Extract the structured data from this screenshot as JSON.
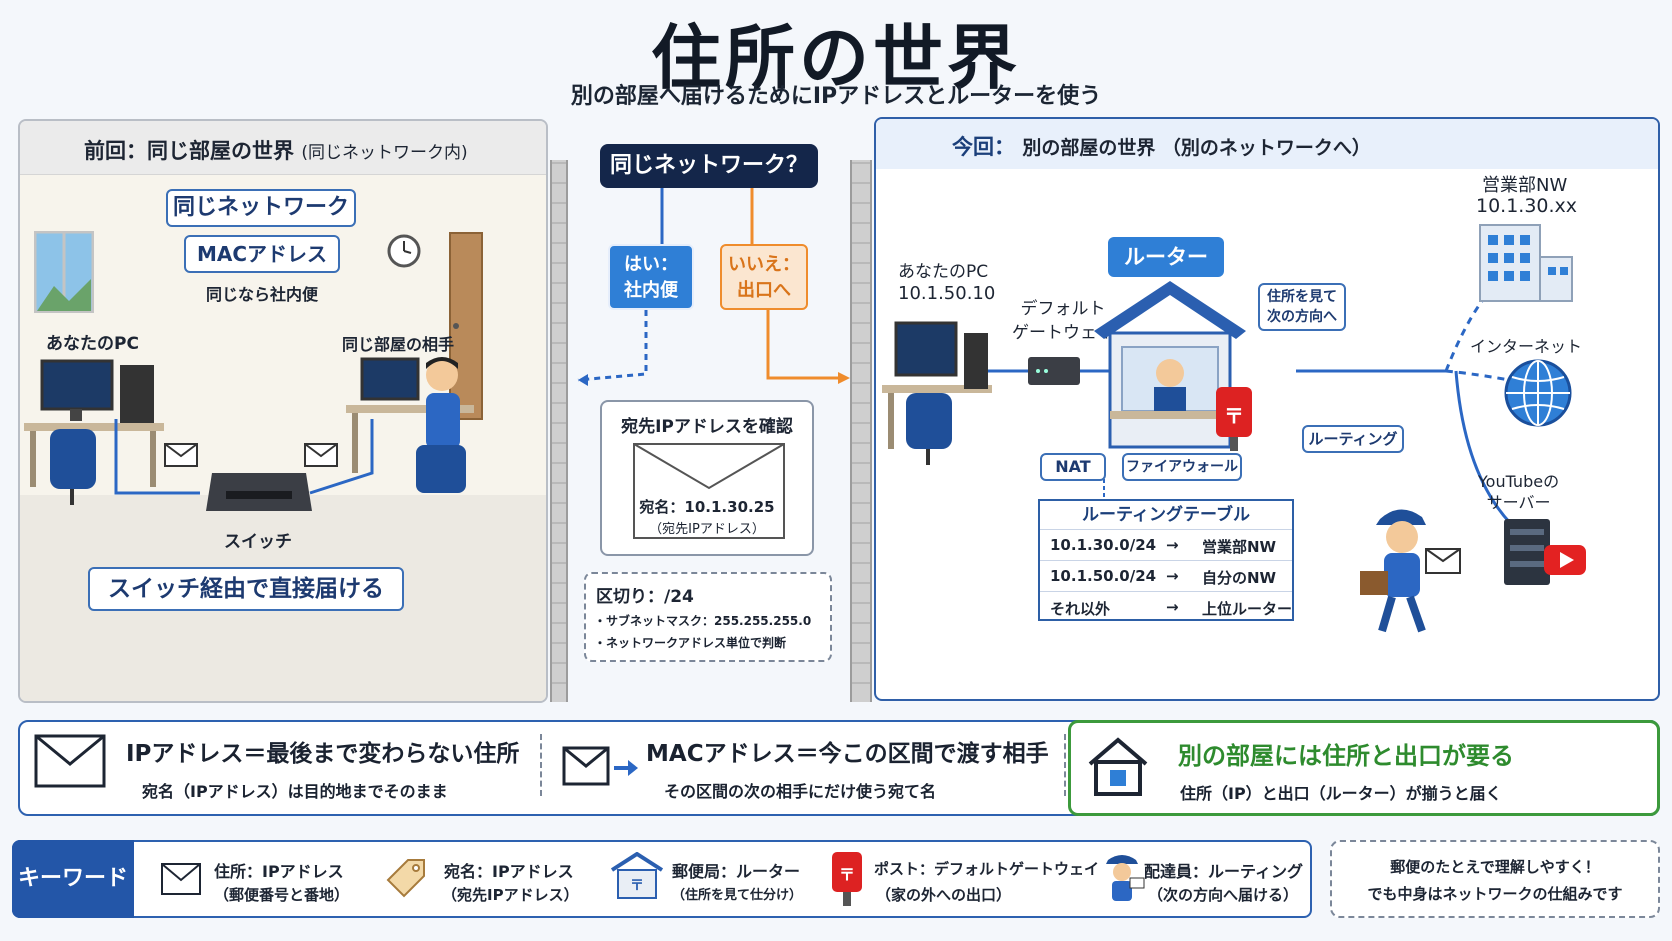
{
  "header": {
    "title": "住所の世界",
    "subtitle": "別の部屋へ届けるためにIPアドレスとルーターを使う"
  },
  "left": {
    "title_main": "前回：同じ部屋の世界",
    "title_sub": "(同じネットワーク内)",
    "same_network": "同じネットワーク",
    "mac_address": "MACアドレス",
    "mac_note": "同じなら社内便",
    "your_pc": "あなたのPC",
    "peer": "同じ部屋の相手",
    "switch": "スイッチ",
    "bottom": "スイッチ経由で直接届ける"
  },
  "center": {
    "question": "同じネットワーク？",
    "yes": "はい：\n社内便",
    "no": "いいえ：\n出口へ",
    "check_title": "宛先IPアドレスを確認",
    "envelope_line1": "宛名：10.1.30.25",
    "envelope_line2": "（宛先IPアドレス）",
    "subnet_title": "区切り：/24",
    "subnet_line1": "・サブネットマスク：255.255.255.0",
    "subnet_line2": "・ネットワークアドレス単位で判断"
  },
  "right": {
    "title_main": "今回：",
    "title_sub": "別の部屋の世界 （別のネットワークへ）",
    "pc_label": "あなたのPC",
    "pc_ip": "10.1.50.10",
    "gateway": "デフォルト\nゲートウェイ",
    "router": "ルーター",
    "nat": "NAT",
    "firewall": "ファイアウォール",
    "see_address": "住所を見て\n次の方向へ",
    "routing": "ルーティング",
    "sales_nw": "営業部NW",
    "sales_ip": "10.1.30.xx",
    "internet": "インターネット",
    "youtube": "YouTubeの\nサーバー",
    "table_title": "ルーティングテーブル",
    "table_rows": [
      {
        "dest": "10.1.30.0/24",
        "arrow": "→",
        "to": "営業部NW"
      },
      {
        "dest": "10.1.50.0/24",
        "arrow": "→",
        "to": "自分のNW"
      },
      {
        "dest": "それ以外",
        "arrow": "→",
        "to": "上位ルーター"
      }
    ]
  },
  "summary": {
    "ip_title": "IPアドレス＝最後まで変わらない住所",
    "ip_sub": "宛名（IPアドレス）は目的地までそのまま",
    "mac_title": "MACアドレス＝今この区間で渡す相手",
    "mac_sub": "その区間の次の相手にだけ使う宛て名",
    "green_title": "別の部屋には住所と出口が要る",
    "green_sub": "住所（IP）と出口（ルーター）が揃うと届く"
  },
  "keywords": {
    "tab": "キーワード",
    "items": [
      {
        "title": "住所：IPアドレス",
        "sub": "（郵便番号と番地）"
      },
      {
        "title": "宛名：IPアドレス",
        "sub": "（宛先IPアドレス）"
      },
      {
        "title": "郵便局：ルーター",
        "sub": "（住所を見て仕分け）"
      },
      {
        "title": "ポスト：デフォルトゲートウェイ",
        "sub": "（家の外への出口）"
      },
      {
        "title": "配達員：ルーティング",
        "sub": "（次の方向へ届ける）"
      }
    ],
    "note_line1": "郵便のたとえで理解しやすく！",
    "note_line2": "でも中身はネットワークの仕組みです"
  },
  "colors": {
    "primary_blue": "#2d61b0",
    "accent_orange": "#ef8c2c",
    "accent_green": "#3c9a3c",
    "dark_navy": "#14264a"
  }
}
